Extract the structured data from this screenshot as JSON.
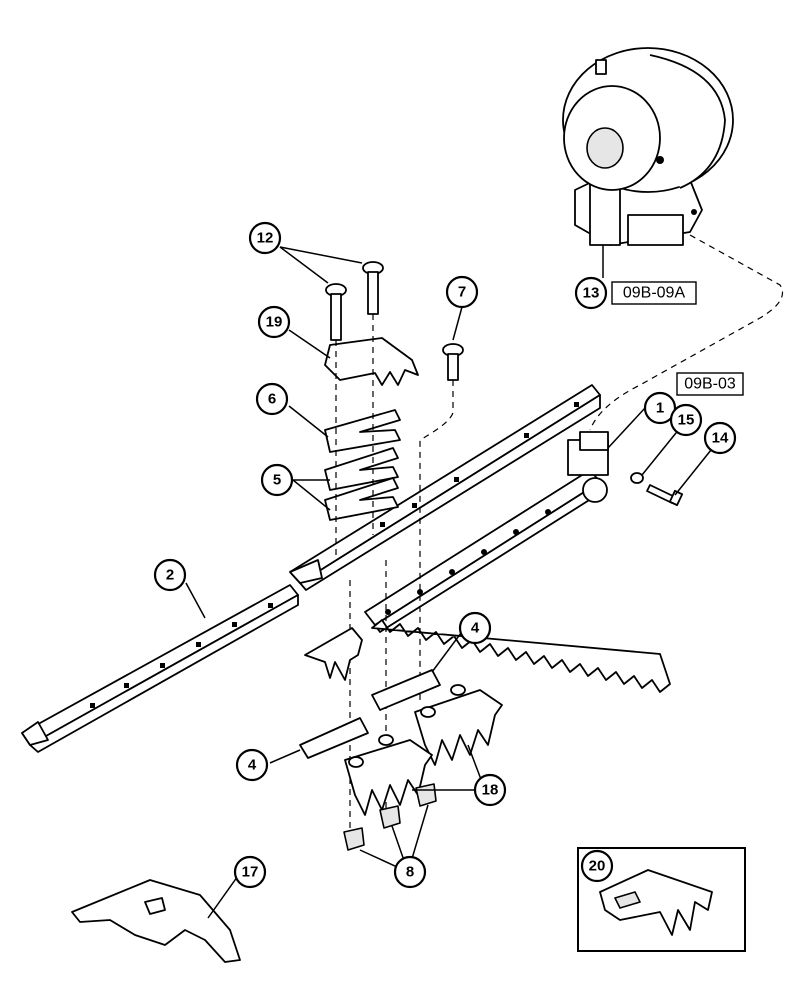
{
  "callouts": [
    {
      "id": "c1",
      "label": "1"
    },
    {
      "id": "c2",
      "label": "2"
    },
    {
      "id": "c4a",
      "label": "4"
    },
    {
      "id": "c4b",
      "label": "4"
    },
    {
      "id": "c5",
      "label": "5"
    },
    {
      "id": "c6",
      "label": "6"
    },
    {
      "id": "c7",
      "label": "7"
    },
    {
      "id": "c8",
      "label": "8"
    },
    {
      "id": "c12",
      "label": "12"
    },
    {
      "id": "c13",
      "label": "13"
    },
    {
      "id": "c14",
      "label": "14"
    },
    {
      "id": "c15",
      "label": "15"
    },
    {
      "id": "c17",
      "label": "17"
    },
    {
      "id": "c18",
      "label": "18"
    },
    {
      "id": "c19",
      "label": "19"
    },
    {
      "id": "c20",
      "label": "20"
    }
  ],
  "references": {
    "drive_ref": "09B-09A",
    "bar_ref": "09B-03"
  }
}
